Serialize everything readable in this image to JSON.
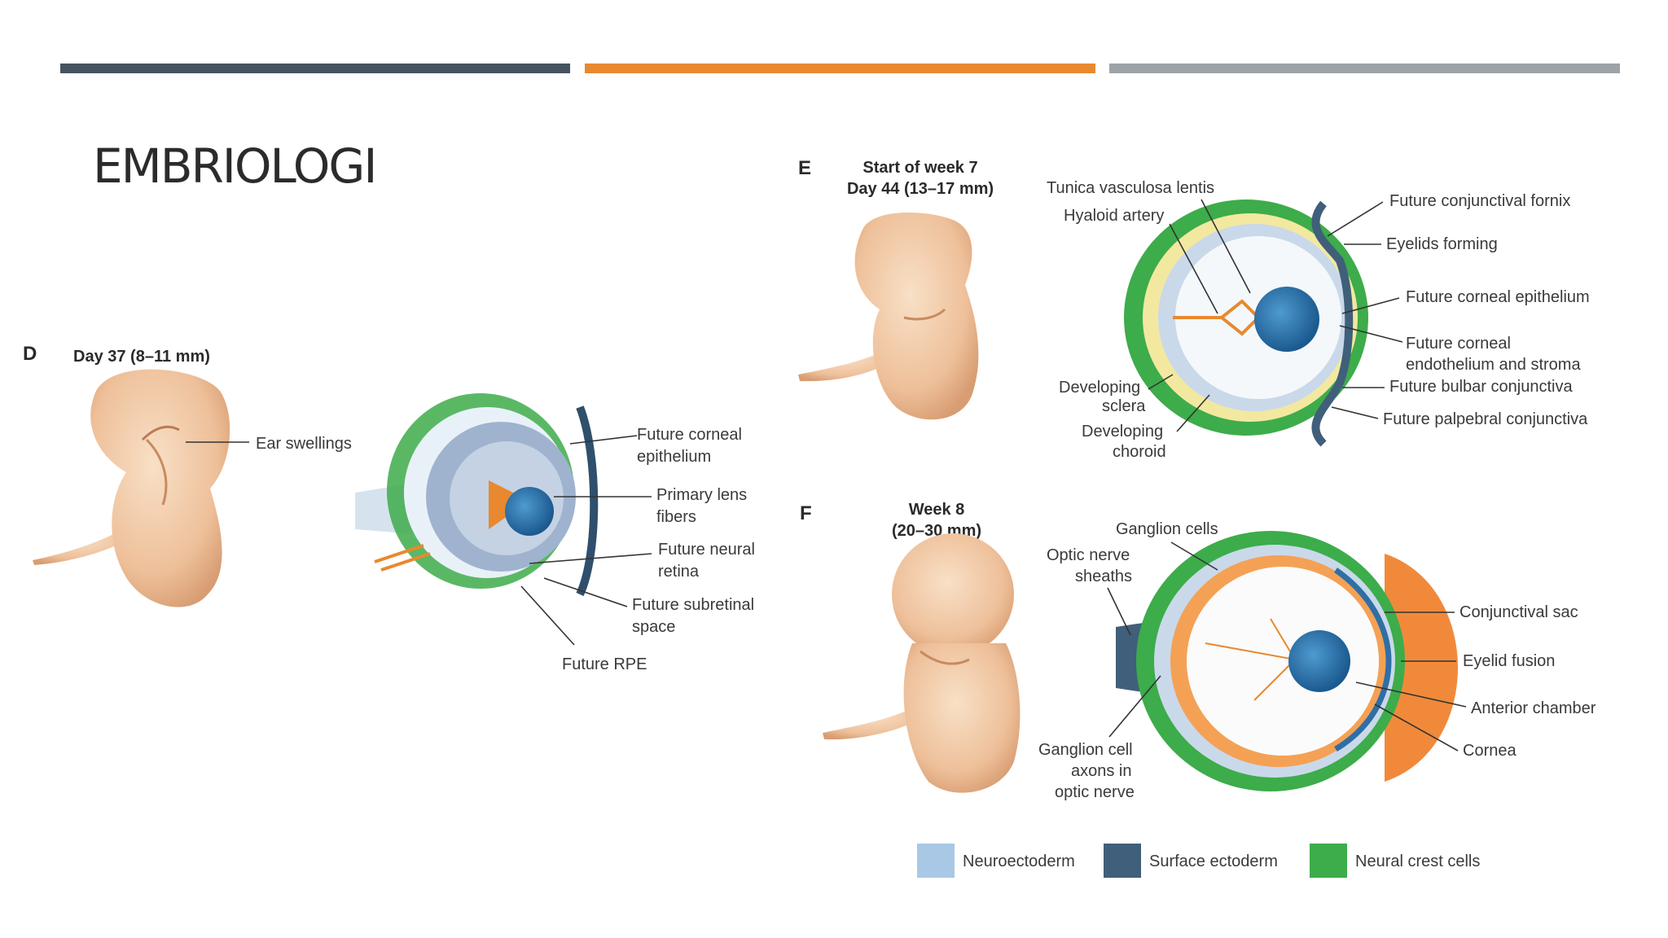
{
  "slide": {
    "title": "EMBRIOLOGI",
    "bar_colors": [
      "#46535e",
      "#e8892f",
      "#9ea3a8"
    ]
  },
  "panel_d": {
    "letter": "D",
    "stage": "Day 37 (8–11 mm)",
    "labels": {
      "ear_swellings": "Ear swellings",
      "corneal_epi_1": "Future corneal",
      "corneal_epi_2": "epithelium",
      "lens_1": "Primary lens",
      "lens_2": "fibers",
      "retina_1": "Future neural",
      "retina_2": "retina",
      "subretinal_1": "Future subretinal",
      "subretinal_2": "space",
      "rpe": "Future RPE"
    }
  },
  "panel_e": {
    "letter": "E",
    "stage_1": "Start of week 7",
    "stage_2": "Day 44 (13–17 mm)",
    "labels": {
      "tunica": "Tunica vasculosa lentis",
      "hyaloid": "Hyaloid artery",
      "sclera_1": "Developing",
      "sclera_2": "sclera",
      "choroid_1": "Developing",
      "choroid_2": "choroid",
      "fornix": "Future conjunctival fornix",
      "eyelids": "Eyelids forming",
      "corneal_epi": "Future corneal epithelium",
      "endo_1": "Future corneal",
      "endo_2": "endothelium and stroma",
      "bulbar": "Future bulbar conjunctiva",
      "palpebral": "Future palpebral conjunctiva"
    }
  },
  "panel_f": {
    "letter": "F",
    "stage_1": "Week 8",
    "stage_2": "(20–30 mm)",
    "labels": {
      "ganglion_cells": "Ganglion cells",
      "sheaths_1": "Optic nerve",
      "sheaths_2": "sheaths",
      "axons_1": "Ganglion cell",
      "axons_2": "axons in",
      "axons_3": "optic nerve",
      "conj_sac": "Conjunctival sac",
      "eyelid_fusion": "Eyelid fusion",
      "anterior_chamber": "Anterior chamber",
      "cornea": "Cornea"
    }
  },
  "legend": [
    {
      "label": "Neuroectoderm",
      "color": "#a9c8e6"
    },
    {
      "label": "Surface ectoderm",
      "color": "#3f5f7a"
    },
    {
      "label": "Neural crest cells",
      "color": "#3dac4a"
    }
  ]
}
